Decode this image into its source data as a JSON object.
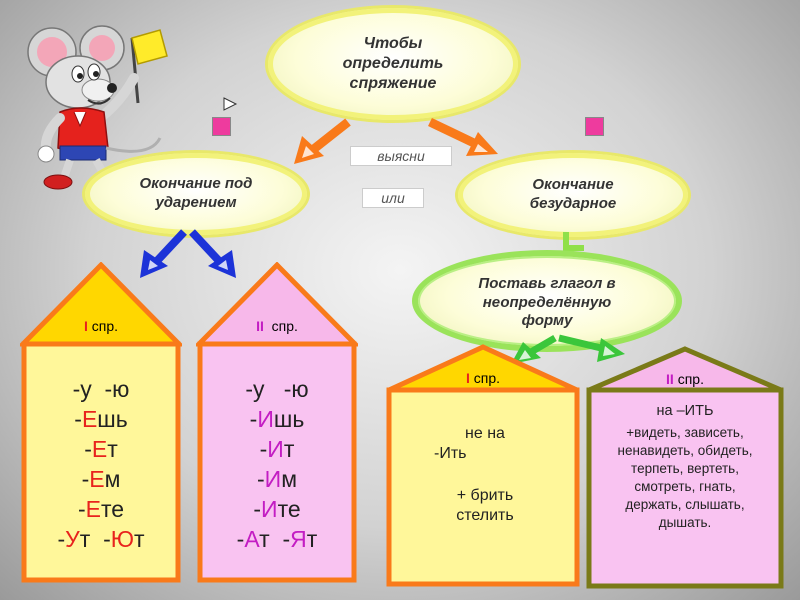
{
  "center": {
    "text": "Чтобы определить спряжение"
  },
  "left_oval": {
    "text": "Окончание под ударением"
  },
  "right_oval": {
    "text": "Окончание безударное"
  },
  "tags": {
    "explain": "выясни",
    "or": "или"
  },
  "infinitive_oval": {
    "text": "Поставь глагол в неопределённую форму"
  },
  "house1": {
    "label_num": "I",
    "label_text": " спр.",
    "endings": [
      [
        "-у",
        "  -ю"
      ],
      [
        "-Ешь"
      ],
      [
        "-Ет"
      ],
      [
        "-Ем"
      ],
      [
        "-Ете"
      ],
      [
        "-Ут",
        "  -Ют"
      ]
    ]
  },
  "house2": {
    "label_num": "II",
    "label_text": "  спр.",
    "endings": [
      [
        "-у",
        "   -ю"
      ],
      [
        "-Ишь"
      ],
      [
        "-Ит"
      ],
      [
        "-Им"
      ],
      [
        "-Ите"
      ],
      [
        "-Ат",
        "  -Ят"
      ]
    ]
  },
  "house3": {
    "label_num": "I",
    "label_text": " спр.",
    "line1": "не на",
    "line2": "-Ить",
    "line3": "+ брить",
    "line4": "стелить"
  },
  "house4": {
    "label_num": "II",
    "label_text": " спр.",
    "line1": "на –ИТЬ",
    "line2": "+видеть, зависеть,",
    "line3": "ненавидеть, обидеть,",
    "line4": "терпеть, вертеть,",
    "line5": "смотреть, гнать,",
    "line6": "держать, слышать,",
    "line7": "дышать."
  },
  "colors": {
    "orange": "#f97a1a",
    "blue": "#1c33d8",
    "green": "#3bc63b",
    "olive": "#7a7a18",
    "pink_roof": "#f7b8ea",
    "pink_body": "#f9c3f1",
    "yellow_roof": "#ffd700",
    "yellow_body": "#fff79a",
    "magenta": "#ee3b9e"
  }
}
